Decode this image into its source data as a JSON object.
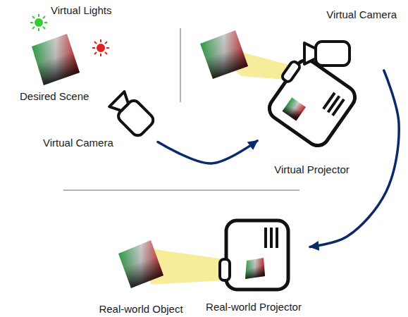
{
  "diagram": {
    "nodes": [
      {
        "text": [
          "Virtual Camera"
        ]
      },
      {
        "text": [
          "Virtual Camera"
        ]
      },
      {
        "text": [
          "Virtual Projector"
        ]
      },
      {
        "text": [
          "Real-world Projector"
        ]
      }
    ],
    "edges": [
      {
        "from": 0,
        "to": 2,
        "arrow": "to"
      },
      {
        "from": 1,
        "to": 3,
        "arrow": "to"
      }
    ],
    "labels": [
      "Virtual Lights",
      "Desired Scene",
      "Real-world Object"
    ]
  }
}
